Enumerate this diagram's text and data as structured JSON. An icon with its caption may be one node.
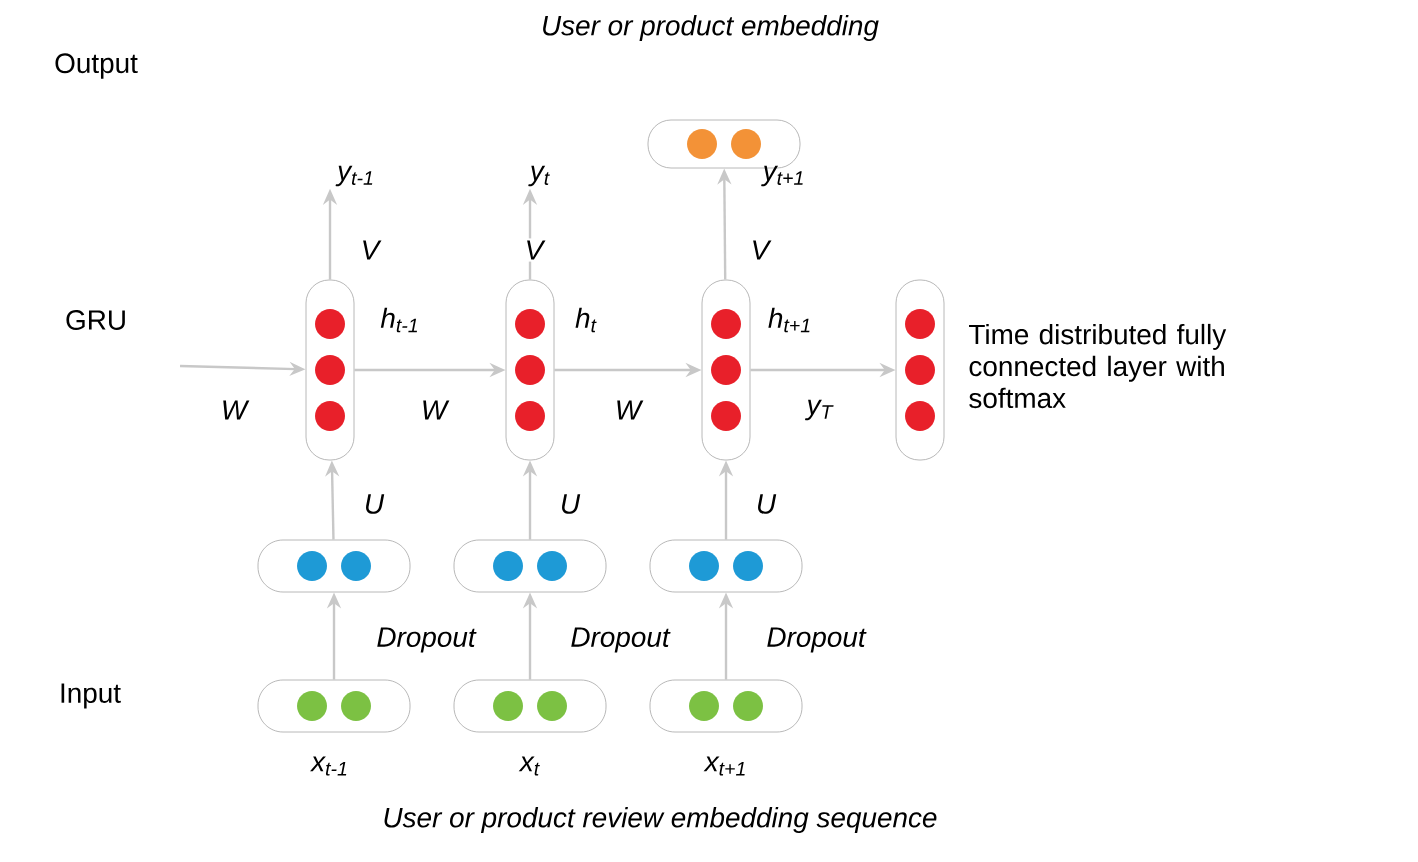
{
  "diagram": {
    "nodes": [
      {
        "text": [],
        "shape": "capsule",
        "beside": [
          "User or product embedding"
        ]
      },
      {
        "text": [],
        "shape": "capsule",
        "beside": [
          "h$_{t-1}$"
        ]
      },
      {
        "text": [],
        "shape": "capsule",
        "beside": [
          "h$_{t}$"
        ]
      },
      {
        "text": [],
        "shape": "capsule",
        "beside": [
          "h$_{t+1}$"
        ]
      },
      {
        "text": [],
        "shape": "capsule",
        "beside": [
          "Time distributed fully connected layer with softmax"
        ]
      },
      {
        "text": [],
        "shape": "capsule"
      },
      {
        "text": [],
        "shape": "capsule"
      },
      {
        "text": [],
        "shape": "capsule"
      },
      {
        "text": [],
        "shape": "capsule",
        "beside": [
          "x$_{t-1}$"
        ]
      },
      {
        "text": [],
        "shape": "capsule",
        "beside": [
          "x$_{t}$"
        ]
      },
      {
        "text": [],
        "shape": "capsule",
        "beside": [
          "x$_{t+1}$"
        ]
      },
      {
        "text": [
          "y$_{t-1}$"
        ]
      },
      {
        "text": [
          "y$_{t}$"
        ]
      }
    ],
    "edges": [
      {
        "from": null,
        "to": 1,
        "arrow": "to",
        "label": "W"
      },
      {
        "from": 1,
        "to": 2,
        "arrow": "to",
        "label": "W"
      },
      {
        "from": 2,
        "to": 3,
        "arrow": "to",
        "label": "W"
      },
      {
        "from": 3,
        "to": 4,
        "arrow": "to",
        "label": "y$_{T}$"
      },
      {
        "from": 1,
        "to": 11,
        "arrow": "to",
        "label": "V"
      },
      {
        "from": 2,
        "to": 12,
        "arrow": "to",
        "label": "V"
      },
      {
        "from": 3,
        "to": 0,
        "arrow": "to",
        "label": "V"
      },
      {
        "from": 5,
        "to": 1,
        "arrow": "to",
        "label": "U"
      },
      {
        "from": 6,
        "to": 2,
        "arrow": "to",
        "label": "U"
      },
      {
        "from": 7,
        "to": 3,
        "arrow": "to",
        "label": "U"
      },
      {
        "from": 8,
        "to": 5,
        "arrow": "to",
        "label": "Dropout"
      },
      {
        "from": 9,
        "to": 6,
        "arrow": "to",
        "label": "Dropout"
      },
      {
        "from": 10,
        "to": 7,
        "arrow": "to",
        "label": "Dropout"
      }
    ],
    "labels": [
      "Output",
      "GRU",
      "Input",
      "y$_{t+1}$",
      "User or product review embedding sequence"
    ]
  }
}
